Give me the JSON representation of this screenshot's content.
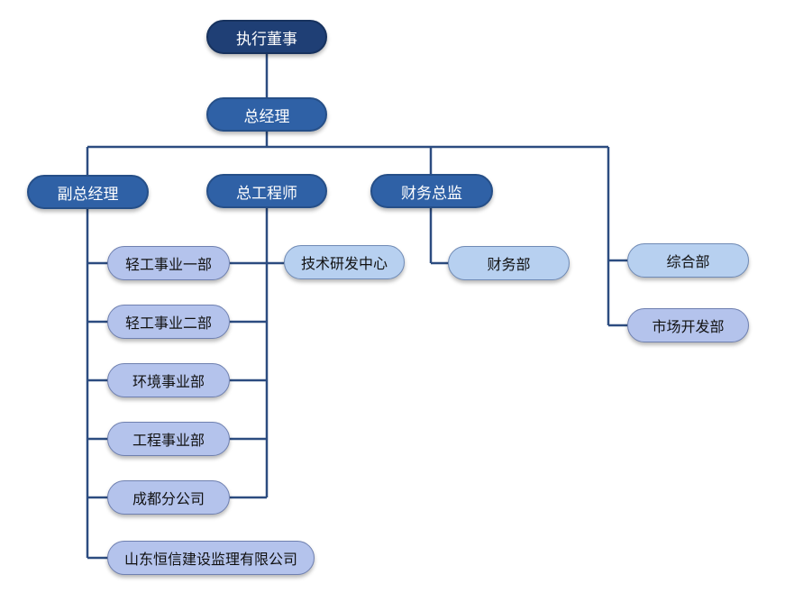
{
  "org": {
    "top": "执行董事",
    "gm": "总经理",
    "deputy_gm": "副总经理",
    "chief_engineer": "总工程师",
    "finance_director": "财务总监",
    "deputy_units": [
      "轻工事业一部",
      "轻工事业二部",
      "环境事业部",
      "工程事业部",
      "成都分公司",
      "山东恒信建设监理有限公司"
    ],
    "rd_center": "技术研发中心",
    "finance_dept": "财务部",
    "general_dept": "综合部",
    "market_dept": "市场开发部"
  },
  "colors": {
    "top_fill": "#1f3f75",
    "mid_fill": "#2f61a6",
    "light_blue_fill": "#b7d0f0",
    "lavender_fill": "#b4c3ec",
    "connector": "#2c4c80"
  }
}
